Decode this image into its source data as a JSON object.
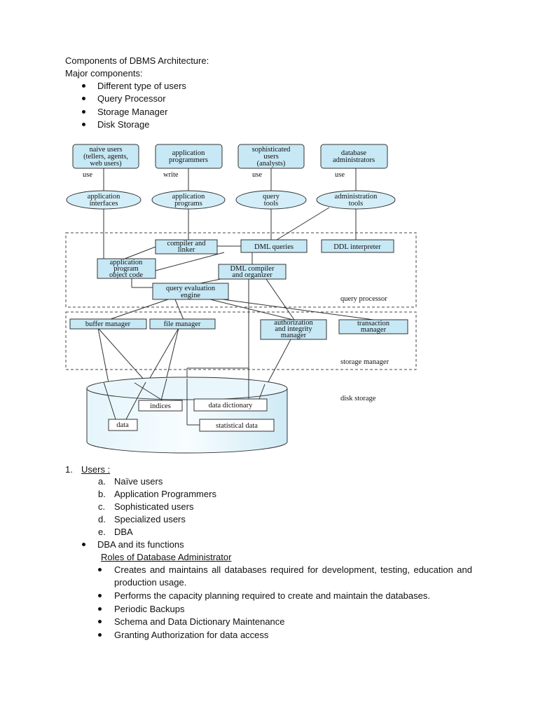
{
  "header": {
    "title": "Components of DBMS Architecture:",
    "subtitle": "Major components:",
    "components": [
      "Different type of users",
      "Query Processor",
      "Storage Manager",
      "Disk Storage"
    ]
  },
  "diagram": {
    "users": [
      {
        "lines": [
          "naive users",
          "(tellers, agents,",
          "web users)"
        ],
        "verb": "use",
        "tool": [
          "application",
          "interfaces"
        ]
      },
      {
        "lines": [
          "application",
          "programmers"
        ],
        "verb": "write",
        "tool": [
          "application",
          "programs"
        ]
      },
      {
        "lines": [
          "sophisticated",
          "users",
          "(analysts)"
        ],
        "verb": "use",
        "tool": [
          "query",
          "tools"
        ]
      },
      {
        "lines": [
          "database",
          "administrators"
        ],
        "verb": "use",
        "tool": [
          "administration",
          "tools"
        ]
      }
    ],
    "query_processor": {
      "compiler": [
        "compiler and",
        "linker"
      ],
      "dml_queries": "DML queries",
      "ddl": "DDL interpreter",
      "app_object": [
        "application",
        "program",
        "object code"
      ],
      "dml_compiler": [
        "DML compiler",
        "and organizer"
      ],
      "engine": [
        "query evaluation",
        "engine"
      ],
      "label": "query processor"
    },
    "storage_manager": {
      "buffer": "buffer manager",
      "file": "file manager",
      "auth": [
        "authorization",
        "and integrity",
        "manager"
      ],
      "transaction": [
        "transaction",
        "manager"
      ],
      "label": "storage manager"
    },
    "disk": {
      "indices": "indices",
      "dictionary": "data dictionary",
      "data": "data",
      "statistical": "statistical data",
      "label": "disk storage"
    }
  },
  "users_section": {
    "heading_num": "1.",
    "heading": "Users :",
    "items": [
      {
        "marker": "a.",
        "text": "Naïve users"
      },
      {
        "marker": "b.",
        "text": "Application Programmers"
      },
      {
        "marker": "c.",
        "text": "Sophisticated users"
      },
      {
        "marker": "d.",
        "text": "Specialized users"
      },
      {
        "marker": "e.",
        "text": "DBA"
      }
    ],
    "dba_bullet": "DBA and its functions",
    "roles_heading": "Roles of Database Administrator",
    "roles": [
      "Creates and maintains all databases required for development, testing, education and production usage.",
      "Performs the capacity planning required to create and maintain the databases.",
      "Periodic Backups",
      "Schema and Data Dictionary Maintenance",
      "Granting Authorization for data access"
    ]
  }
}
